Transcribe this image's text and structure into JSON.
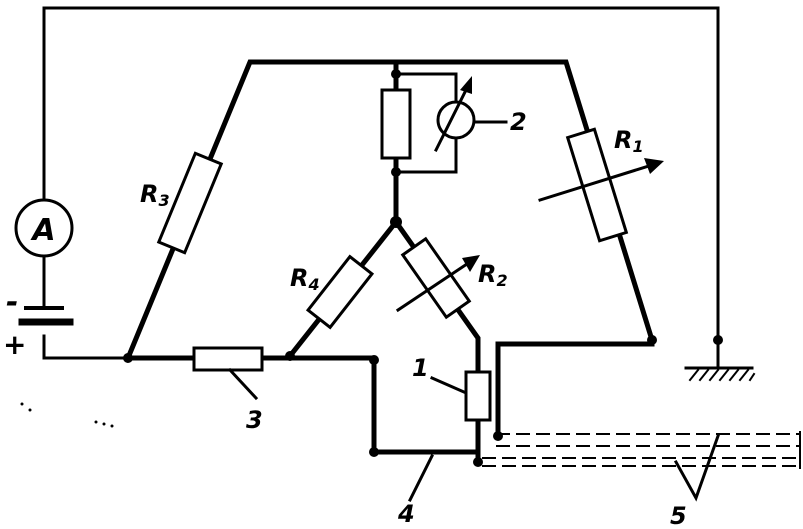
{
  "diagram": {
    "labels": {
      "r1": "R",
      "r1_sub": "1",
      "r2": "R",
      "r2_sub": "2",
      "r3": "R",
      "r3_sub": "3",
      "r4": "R",
      "r4_sub": "4",
      "ammeter": "A",
      "minus": "-",
      "plus": "+",
      "n1": "1",
      "n2": "2",
      "n3": "3",
      "n4": "4",
      "n5": "5"
    }
  }
}
